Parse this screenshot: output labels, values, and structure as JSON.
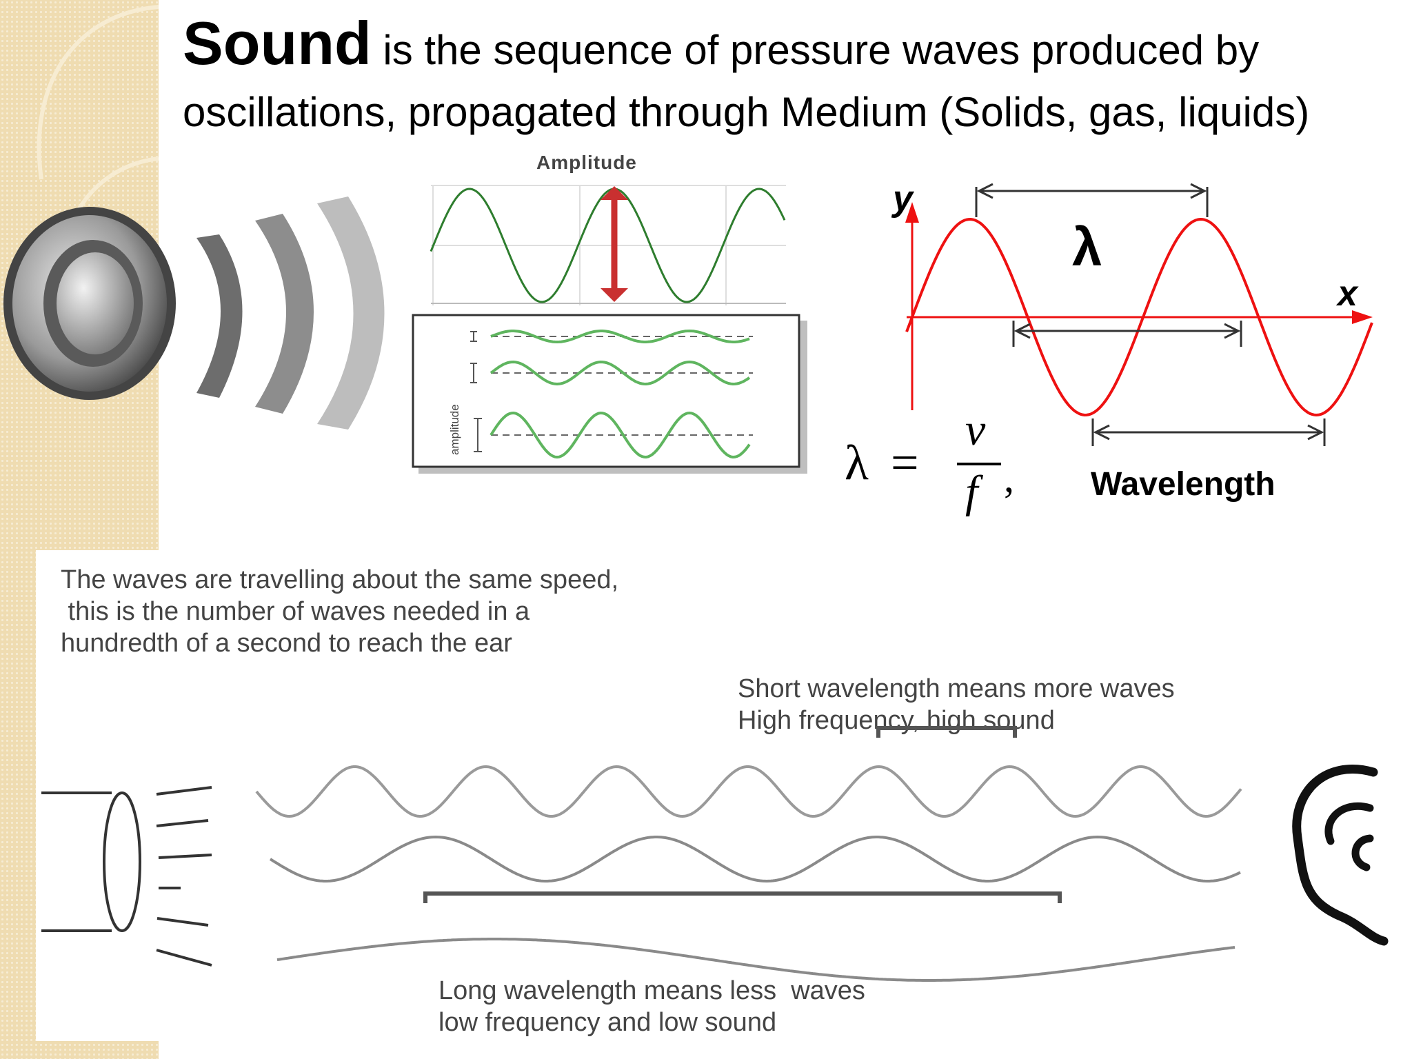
{
  "slide": {
    "title_lead": "Sound",
    "title_rest": " is the sequence of pressure waves produced by oscillations,  propagated through Medium (Solids, gas, liquids)"
  },
  "amplitude_figure": {
    "label": "Amplitude",
    "inset_axis_label": "amplitude",
    "colors": {
      "wave": "#2e7d2e",
      "arrow": "#c93030"
    }
  },
  "wavelength_figure": {
    "y_axis": "y",
    "x_axis": "x",
    "lambda_symbol": "λ",
    "formula_lhs": "λ",
    "formula_equals": "=",
    "formula_num": "v",
    "formula_den": "f",
    "formula_comma": ",",
    "caption": "Wavelength",
    "colors": {
      "wave": "#ee1111"
    }
  },
  "comparison": {
    "note": "The waves are travelling about the same speed,\n this is the number of waves needed in a\nhundredth of a second to reach the ear",
    "short_note": "Short wavelength means more waves\nHigh frequency, high sound",
    "long_note": "Long wavelength means less  waves\nlow frequency and low sound"
  },
  "icons": {
    "speaker": "speaker-icon",
    "horn": "loudspeaker-icon",
    "ear": "ear-icon"
  }
}
